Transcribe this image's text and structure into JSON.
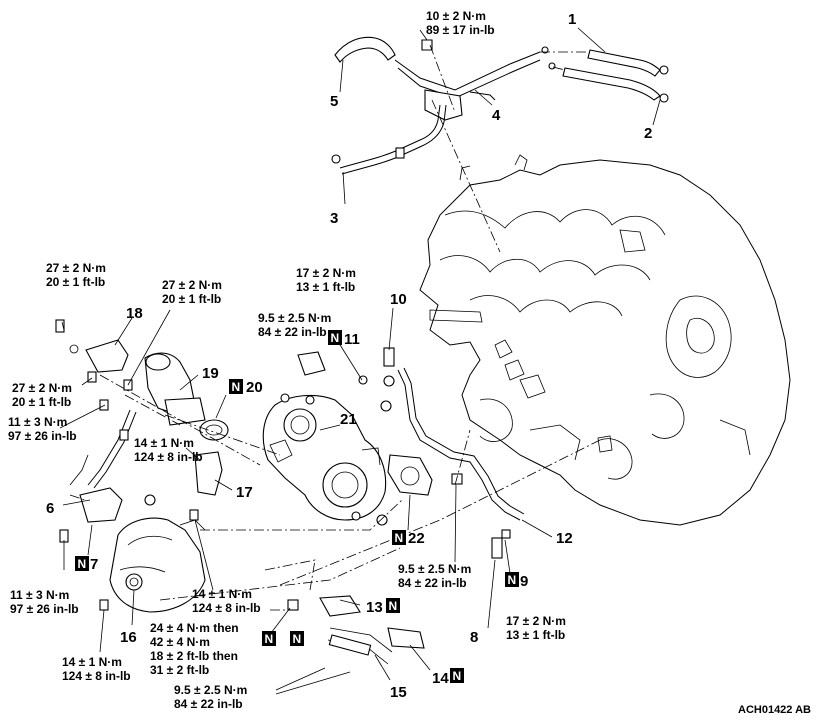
{
  "diagram_code": "ACH01422 AB",
  "new_part_marker": "N",
  "callouts": [
    {
      "id": "c1",
      "number": "1"
    },
    {
      "id": "c2",
      "number": "2"
    },
    {
      "id": "c3",
      "number": "3"
    },
    {
      "id": "c4",
      "number": "4"
    },
    {
      "id": "c5",
      "number": "5"
    },
    {
      "id": "c6",
      "number": "6"
    },
    {
      "id": "c7",
      "number": "7"
    },
    {
      "id": "c8",
      "number": "8"
    },
    {
      "id": "c9",
      "number": "9"
    },
    {
      "id": "c10",
      "number": "10"
    },
    {
      "id": "c11",
      "number": "11"
    },
    {
      "id": "c12",
      "number": "12"
    },
    {
      "id": "c13",
      "number": "13"
    },
    {
      "id": "c14",
      "number": "14"
    },
    {
      "id": "c15",
      "number": "15"
    },
    {
      "id": "c16",
      "number": "16"
    },
    {
      "id": "c17",
      "number": "17"
    },
    {
      "id": "c18",
      "number": "18"
    },
    {
      "id": "c19",
      "number": "19"
    },
    {
      "id": "c20",
      "number": "20"
    },
    {
      "id": "c21",
      "number": "21"
    },
    {
      "id": "c22",
      "number": "22"
    }
  ],
  "torque_specs": [
    {
      "id": "t-top",
      "lines": [
        "10 ± 2 N·m",
        "89 ± 17 in-lb"
      ]
    },
    {
      "id": "t-left-upper",
      "lines": [
        "27 ± 2 N·m",
        "20 ± 1 ft-lb"
      ]
    },
    {
      "id": "t-center-upper",
      "lines": [
        "27 ± 2 N·m",
        "20 ± 1 ft-lb"
      ]
    },
    {
      "id": "t-10",
      "lines": [
        "17 ± 2 N·m",
        "13 ± 1 ft-lb"
      ]
    },
    {
      "id": "t-11",
      "lines": [
        "9.5 ± 2.5 N·m",
        "84 ± 22 in-lb"
      ]
    },
    {
      "id": "t-left-mid",
      "lines": [
        "27 ± 2 N·m",
        "20 ± 1 ft-lb"
      ]
    },
    {
      "id": "t-6-upper",
      "lines": [
        "11 ± 3 N·m",
        "97 ± 26 in-lb"
      ]
    },
    {
      "id": "t-17",
      "lines": [
        "14 ± 1 N·m",
        "124 ± 8 in-lb"
      ]
    },
    {
      "id": "t-6-lower",
      "lines": [
        "11 ± 3 N·m",
        "97 ± 26 in-lb"
      ]
    },
    {
      "id": "t-7",
      "lines": [
        "14 ± 1 N·m",
        "124 ± 8 in-lb"
      ]
    },
    {
      "id": "t-16",
      "lines": [
        "14 ± 1 N·m",
        "124 ± 8 in-lb"
      ]
    },
    {
      "id": "t-nuts",
      "lines": [
        "24 ± 4 N·m then",
        "42 ± 4 N·m",
        "18 ± 2 ft-lb then",
        "31 ± 2 ft-lb"
      ]
    },
    {
      "id": "t-15",
      "lines": [
        "9.5 ± 2.5 N·m",
        "84 ± 22 in-lb"
      ]
    },
    {
      "id": "t-22",
      "lines": [
        "9.5 ± 2.5 N·m",
        "84 ± 22 in-lb"
      ]
    },
    {
      "id": "t-8",
      "lines": [
        "17 ± 2 N·m",
        "13 ± 1 ft-lb"
      ]
    }
  ]
}
